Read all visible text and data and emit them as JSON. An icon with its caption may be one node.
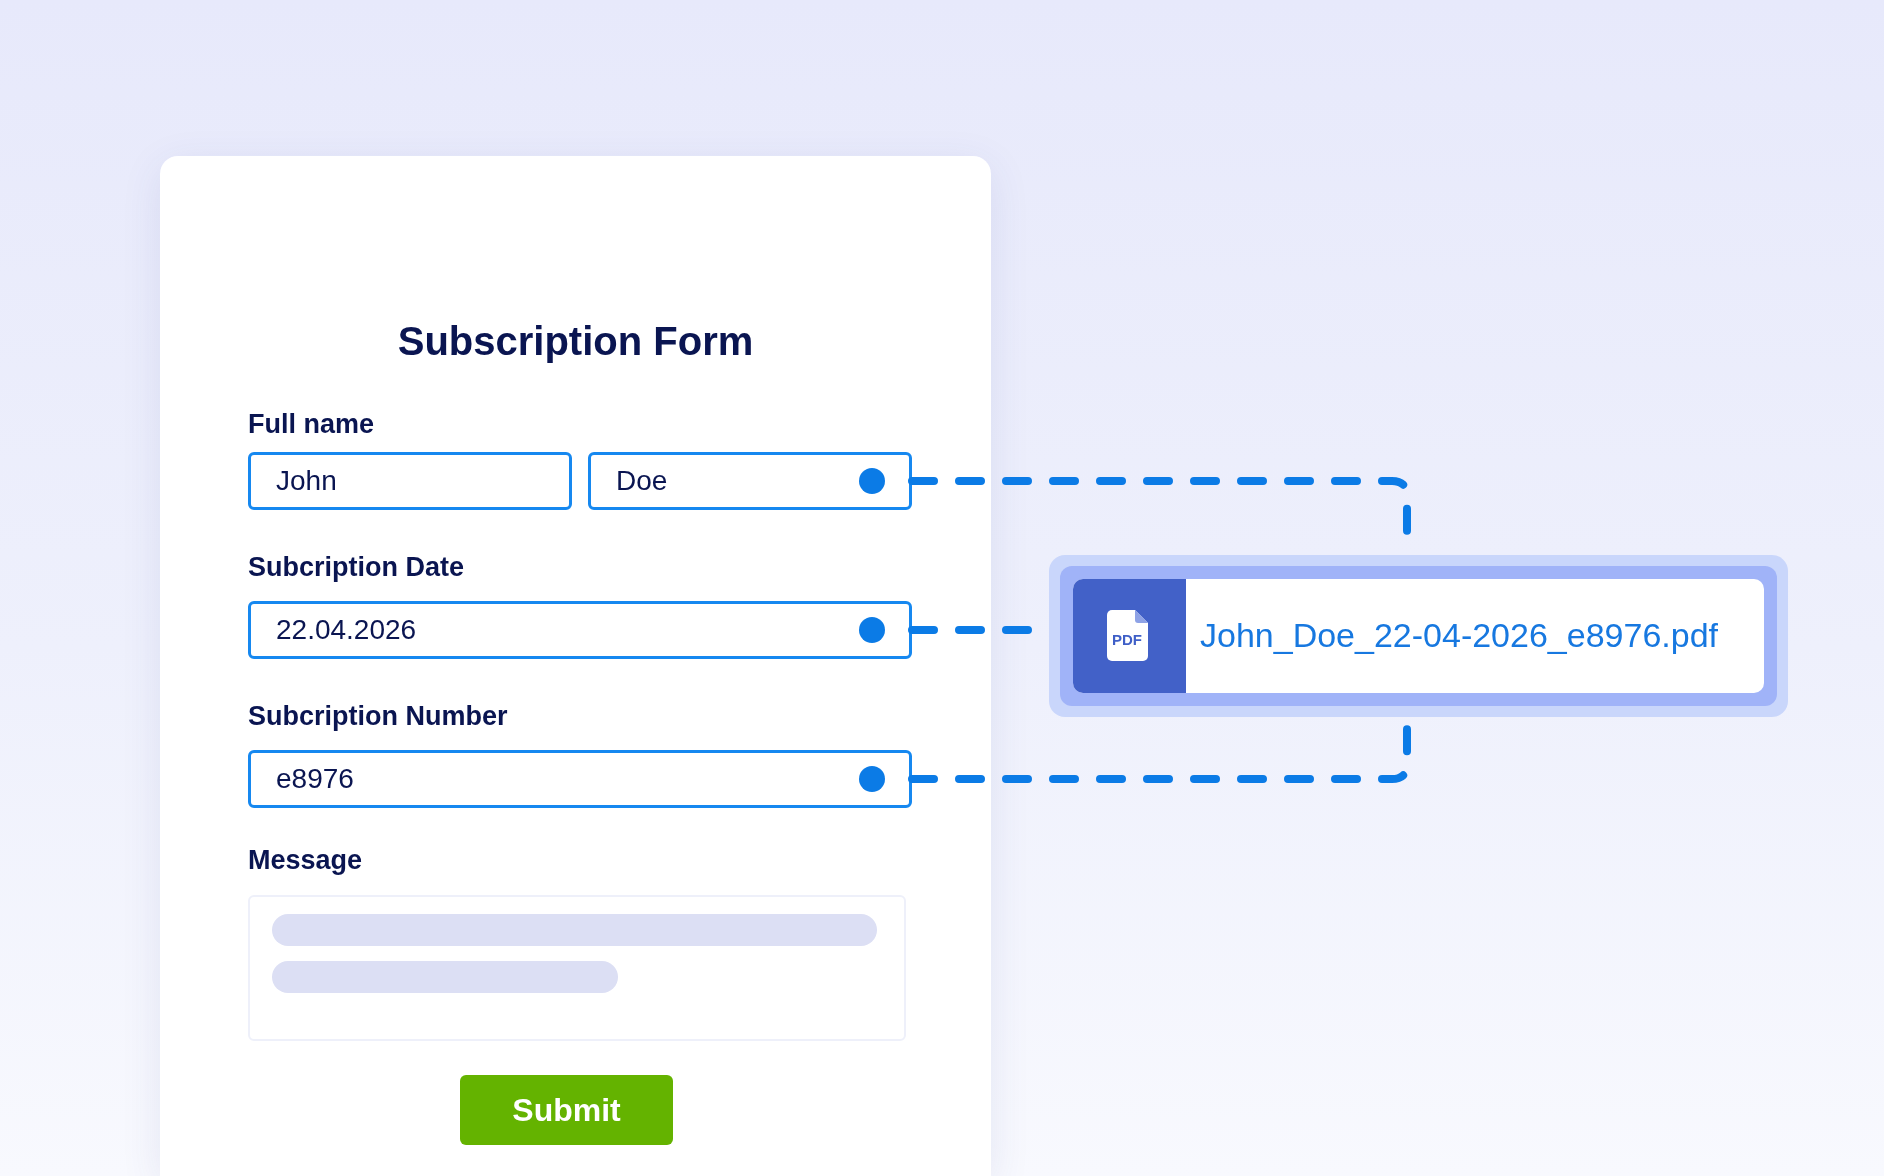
{
  "diagram": {
    "nodes": [
      {
        "text": [
          "Subscription Form"
        ]
      },
      {
        "text": [
          "Full name",
          "John"
        ],
        "in": 0
      },
      {
        "text": [
          "Doe"
        ],
        "in": 0
      },
      {
        "text": [
          "Subcription Date",
          "22.04.2026"
        ],
        "in": 0
      },
      {
        "text": [
          "Subcription Number",
          "e8976"
        ],
        "in": 0
      },
      {
        "text": [
          "Message"
        ],
        "in": 0
      },
      {
        "text": [
          "Submit"
        ],
        "in": 0
      },
      {
        "text": [
          "PDF",
          "John_Doe_22-04-2026_e8976.pdf"
        ]
      }
    ],
    "edges": [
      {
        "from": 2,
        "to": 7,
        "arrow": "other",
        "style": "dashed"
      },
      {
        "from": 3,
        "to": 7,
        "arrow": "other",
        "style": "dashed"
      },
      {
        "from": 4,
        "to": 7,
        "arrow": "other",
        "style": "dashed"
      }
    ]
  }
}
